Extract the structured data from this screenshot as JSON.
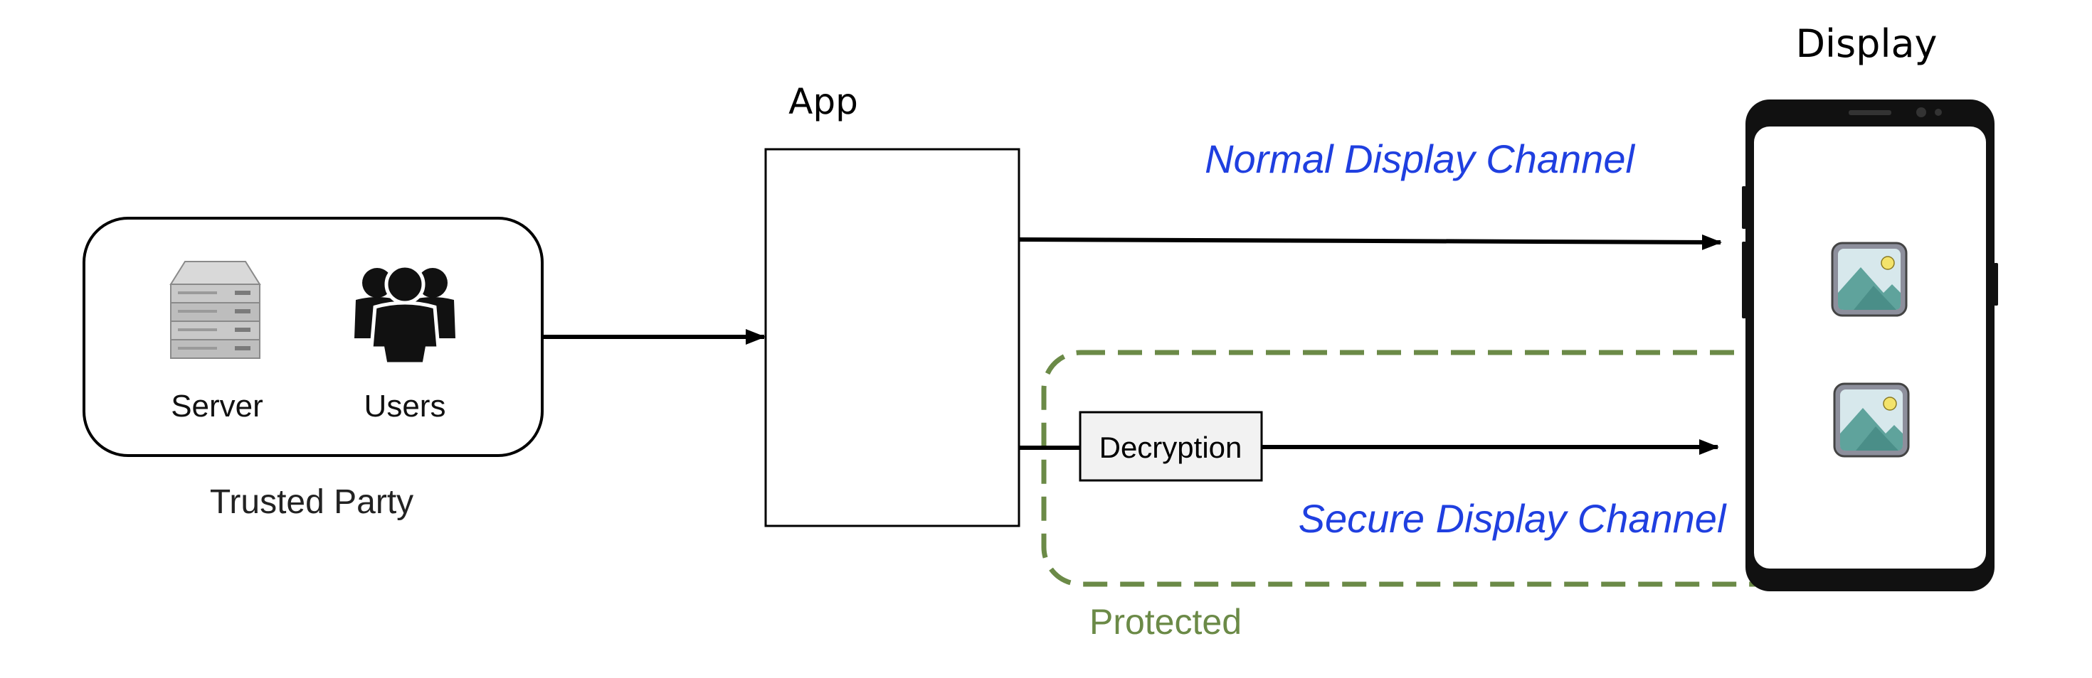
{
  "trusted_party": {
    "server_label": "Server",
    "users_label": "Users",
    "caption": "Trusted Party",
    "server_icon": "server-icon",
    "users_icon": "users-group-icon"
  },
  "app": {
    "title": "App"
  },
  "display": {
    "title": "Display",
    "phone_icon": "smartphone-icon",
    "image_icon": "image-icon"
  },
  "channels": {
    "normal": "Normal Display Channel",
    "secure": "Secure Display Channel",
    "decryption": "Decryption"
  },
  "protected": {
    "label": "Protected"
  },
  "colors": {
    "channel_text": "#1f3fe0",
    "protected": "#6b8a47",
    "line": "#000000"
  }
}
